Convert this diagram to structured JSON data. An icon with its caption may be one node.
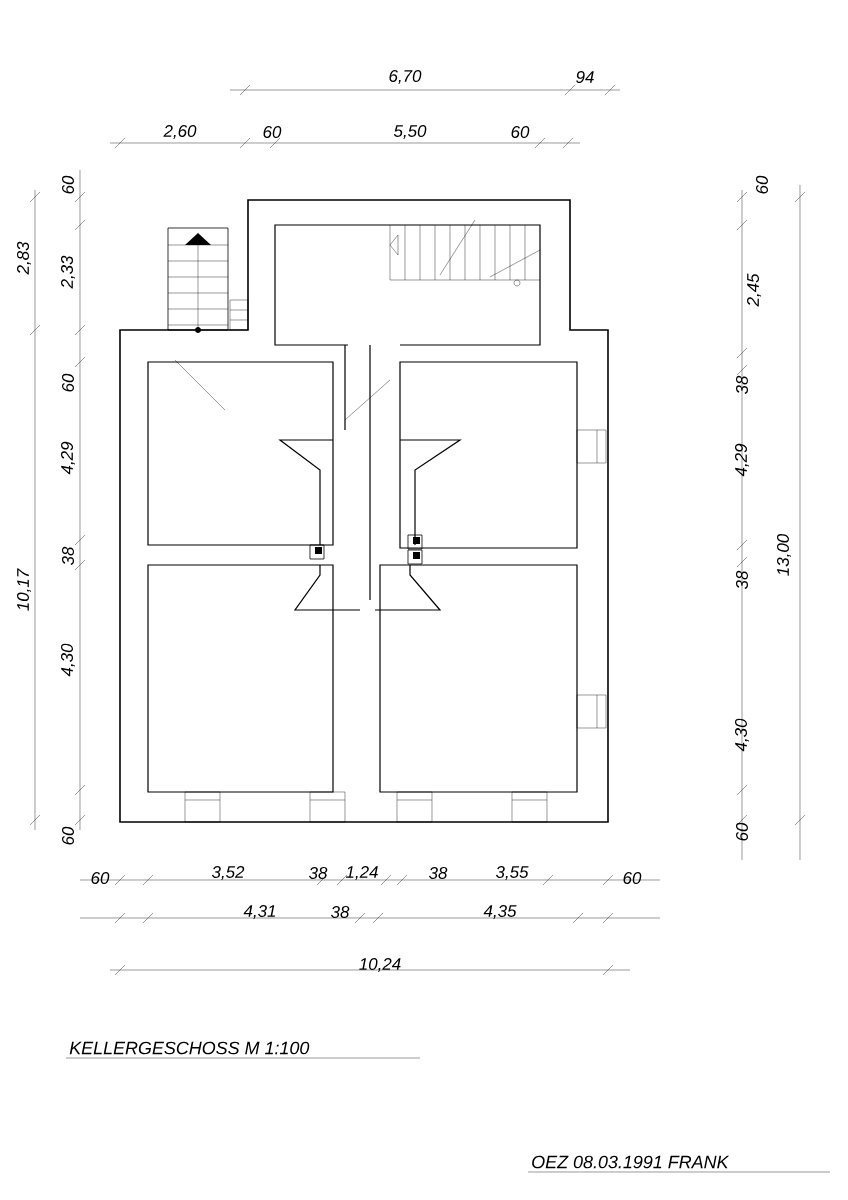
{
  "diagram": {
    "title": "KELLERGESCHOSS M 1:100",
    "labels": [
      "6,70",
      "94",
      "2,60",
      "60",
      "5,50",
      "60",
      "60",
      "2,83",
      "2,33",
      "60",
      "4,29",
      "10,17",
      "38",
      "4,30",
      "60",
      "60",
      "2,45",
      "38",
      "4,29",
      "13,00",
      "38",
      "4,30",
      "60",
      "60",
      "3,52",
      "38",
      "1,24",
      "38",
      "3,55",
      "60",
      "4,31",
      "38",
      "4,35",
      "10,24",
      "OEZ 08.03.1991 FRANK"
    ]
  }
}
